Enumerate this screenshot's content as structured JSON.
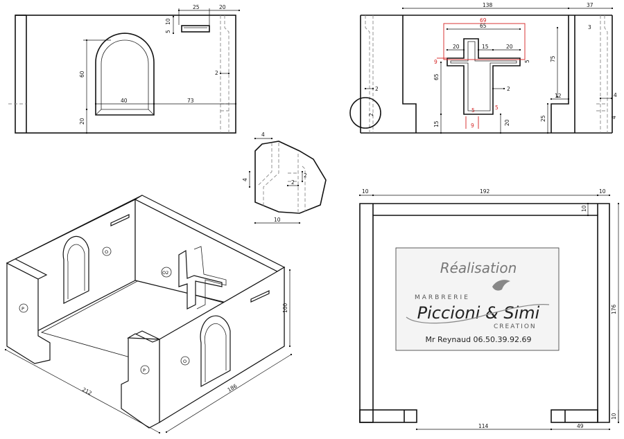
{
  "dims": {
    "a_25": "25",
    "a_20": "20",
    "a_10": "10",
    "a_5": "5",
    "a_60": "60",
    "a_40": "40",
    "a_73": "73",
    "a_20b": "20",
    "a_2": "2",
    "b_138": "138",
    "b_37": "37",
    "b_69": "69",
    "b_65": "65",
    "b_20a": "20",
    "b_15": "15",
    "b_20b": "20",
    "b_3": "3",
    "b_9": "9",
    "b_5a": "5",
    "b_75": "75",
    "b_65v": "65",
    "b_2a": "2",
    "b_2b": "2",
    "b_2c": "2",
    "b_12": "12",
    "b_4a": "4",
    "b_25": "25",
    "b_4b": "4",
    "b_15v": "15",
    "b_20v": "20",
    "b_5b": "5",
    "b_5c": "5",
    "b_9b": "9",
    "c_4": "4",
    "c_4v": "4",
    "c_2a": "2",
    "c_2b": "2",
    "c_10": "10",
    "d_10a": "10",
    "d_192": "192",
    "d_10b": "10",
    "d_10c": "10",
    "d_176": "176",
    "d_114": "114",
    "d_49": "49",
    "d_10d": "10",
    "e_212": "212",
    "e_186": "186",
    "e_100": "100"
  },
  "marks": {
    "o1": "O",
    "o2": "O2",
    "o3": "O",
    "p1": "P",
    "p2": "P"
  },
  "logo": {
    "realisation": "Réalisation",
    "marbrerie": "MARBRERIE",
    "brand": "Piccioni & Simi",
    "creation": "CREATION",
    "contact": "Mr Reynaud 06.50.39.92.69"
  }
}
